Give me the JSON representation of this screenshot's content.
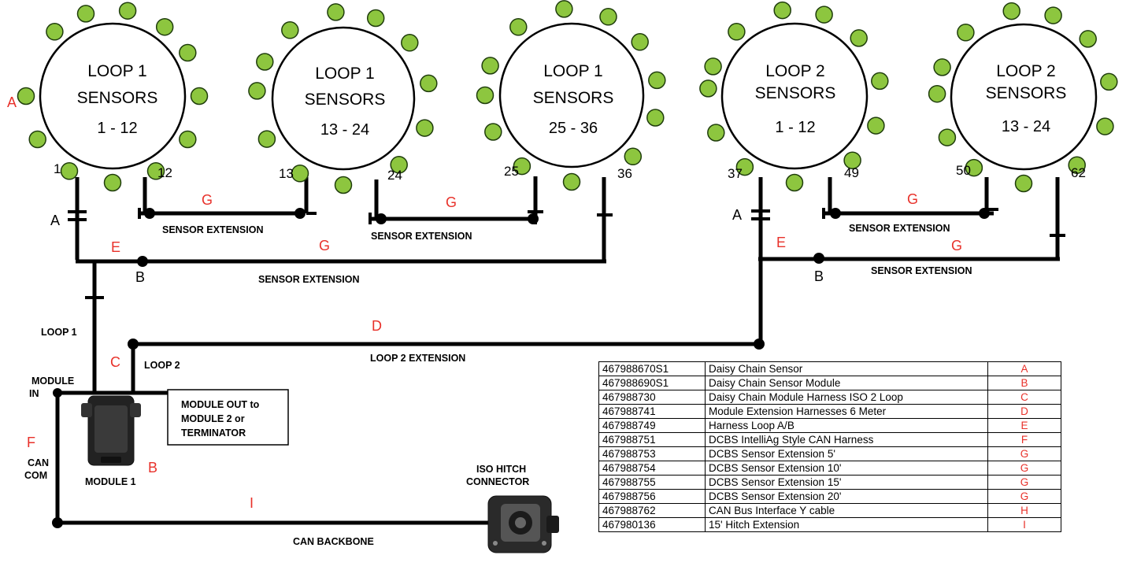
{
  "colors": {
    "sensor_fill": "#8dc63f",
    "sensor_stroke": "#1f3d0c",
    "wire": "#000000",
    "label_red": "#e8312a"
  },
  "hubs": [
    {
      "title": "LOOP 1",
      "subtitle": "SENSORS",
      "range": "1 - 12"
    },
    {
      "title": "LOOP 1",
      "subtitle": "SENSORS",
      "range": "13 - 24"
    },
    {
      "title": "LOOP 1",
      "subtitle": "SENSORS",
      "range": "25 - 36"
    },
    {
      "title": "LOOP 2",
      "subtitle": "SENSORS",
      "range": "1 - 12"
    },
    {
      "title": "LOOP 2",
      "subtitle": "SENSORS",
      "range": "13 - 24"
    }
  ],
  "sensor_numbers": [
    "1",
    "12",
    "13",
    "24",
    "25",
    "36",
    "37",
    "49",
    "50",
    "62"
  ],
  "letters": {
    "a_sensor": "A",
    "a1": "A",
    "a2": "A",
    "b1": "B",
    "b2": "B",
    "b_module": "B",
    "c": "C",
    "d": "D",
    "e1": "E",
    "e2": "E",
    "f": "F",
    "g1": "G",
    "g2": "G",
    "g3": "G",
    "g4": "G",
    "g5": "G",
    "i": "I"
  },
  "labels": {
    "sensor_ext_1": "SENSOR EXTENSION",
    "sensor_ext_2": "SENSOR EXTENSION",
    "sensor_ext_3": "SENSOR EXTENSION",
    "sensor_ext_4": "SENSOR EXTENSION",
    "sensor_ext_5": "SENSOR EXTENSION",
    "loop1": "LOOP 1",
    "loop2": "LOOP 2",
    "loop2_ext": "LOOP 2 EXTENSION",
    "module_in_1": "MODULE",
    "module_in_2": "IN",
    "module_out_1": "MODULE OUT to",
    "module_out_2": "MODULE 2 or",
    "module_out_3": "TERMINATOR",
    "module1": "MODULE 1",
    "can_1": "CAN",
    "can_2": "COM",
    "iso_1": "ISO HITCH",
    "iso_2": "CONNECTOR",
    "can_backbone": "CAN BACKBONE"
  },
  "parts_table": [
    {
      "part": "467988670S1",
      "desc": "Daisy Chain Sensor",
      "letter": "A"
    },
    {
      "part": "467988690S1",
      "desc": "Daisy Chain Sensor Module",
      "letter": "B"
    },
    {
      "part": "467988730",
      "desc": "Daisy Chain Module Harness ISO 2 Loop",
      "letter": "C"
    },
    {
      "part": "467988741",
      "desc": "Module Extension Harnesses 6 Meter",
      "letter": "D"
    },
    {
      "part": "467988749",
      "desc": "Harness Loop A/B",
      "letter": "E"
    },
    {
      "part": "467988751",
      "desc": "DCBS IntelliAg Style CAN Harness",
      "letter": "F"
    },
    {
      "part": "467988753",
      "desc": "DCBS Sensor Extension 5'",
      "letter": "G"
    },
    {
      "part": "467988754",
      "desc": "DCBS Sensor Extension 10'",
      "letter": "G"
    },
    {
      "part": "467988755",
      "desc": "DCBS Sensor Extension 15'",
      "letter": "G"
    },
    {
      "part": "467988756",
      "desc": "DCBS Sensor Extension 20'",
      "letter": "G"
    },
    {
      "part": "467988762",
      "desc": "CAN Bus Interface Y cable",
      "letter": "H"
    },
    {
      "part": "467980136",
      "desc": "15' Hitch Extension",
      "letter": "I"
    }
  ]
}
